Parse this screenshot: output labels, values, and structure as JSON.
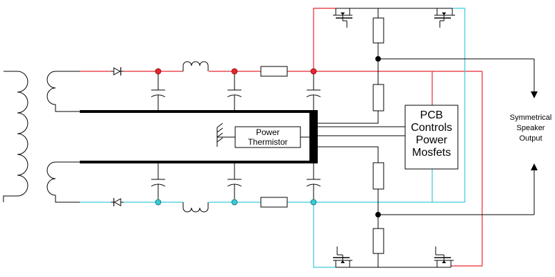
{
  "labels": {
    "pcb_line1": "PCB",
    "pcb_line2": "Controls",
    "pcb_line3": "Power",
    "pcb_line4": "Mosfets",
    "thermistor_line1": "Power",
    "thermistor_line2": "Thermistor",
    "output_line1": "Symmetrical",
    "output_line2": "Speaker",
    "output_line3": "Output"
  },
  "colors": {
    "positive_rail": "#e8262d",
    "negative_rail": "#39c9d6",
    "ground": "#000000"
  }
}
